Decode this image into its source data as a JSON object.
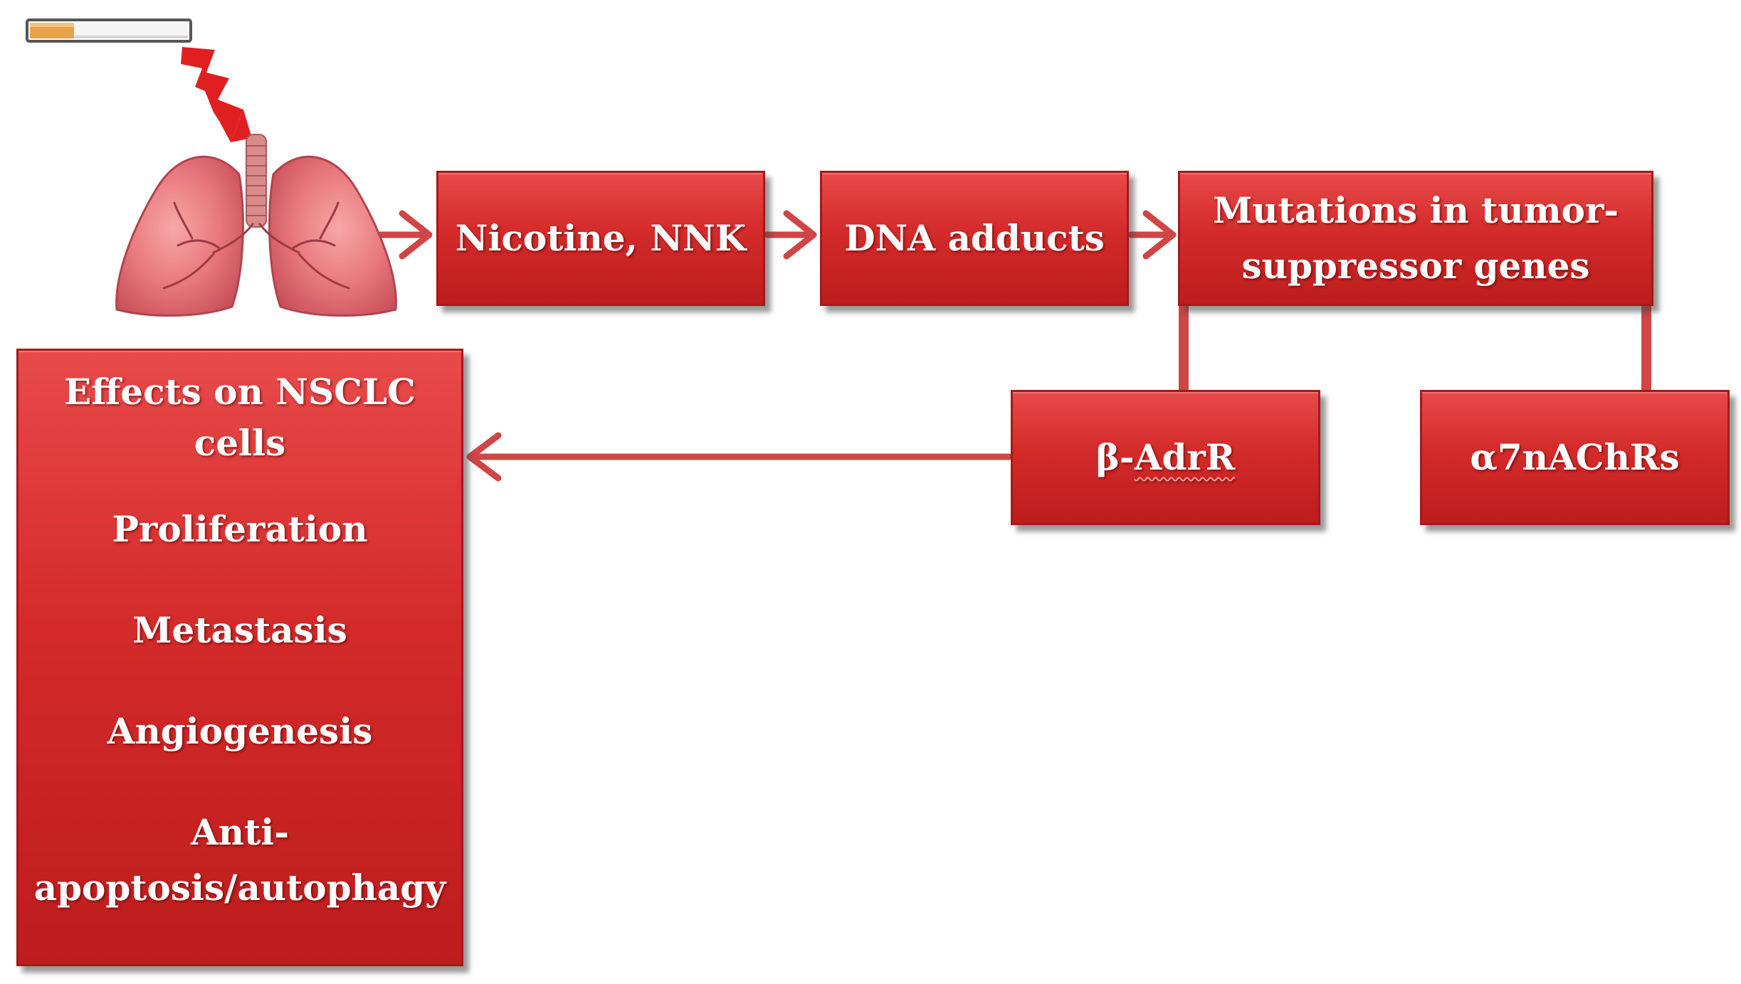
{
  "diagram": {
    "nodes": {
      "nicotine": "Nicotine, NNK",
      "dna": "DNA adducts",
      "mutations_line1": "Mutations in tumor-",
      "mutations_line2": "suppressor genes",
      "adrr_prefix": "β-",
      "adrr_label": "AdrR",
      "a7": "α7nAChRs",
      "effects_title_line1": "Effects on NSCLC",
      "effects_title_line2": "cells",
      "effects_items": [
        "Proliferation",
        "Metastasis",
        "Angiogenesis"
      ],
      "effects_last_line1": "Anti-",
      "effects_last_line2": "apoptosis/autophagy"
    },
    "icons": [
      "cigarette-icon",
      "lightning-bolt-icon",
      "lungs-icon"
    ],
    "colors": {
      "box_fill": "#d42a2a",
      "box_border": "#a81818",
      "arrow": "#d04545",
      "text": "#ffffff"
    }
  }
}
